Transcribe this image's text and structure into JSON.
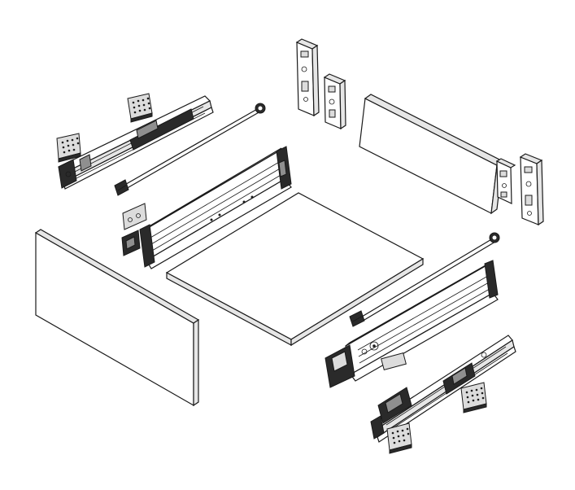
{
  "diagram": {
    "parts": [
      {
        "id": "front-panel",
        "kind": "panel"
      },
      {
        "id": "drawer-bottom",
        "kind": "panel"
      },
      {
        "id": "back-panel",
        "kind": "panel"
      },
      {
        "id": "left-drawer-side",
        "kind": "metal-side"
      },
      {
        "id": "right-drawer-side",
        "kind": "metal-side"
      },
      {
        "id": "left-runner",
        "kind": "runner"
      },
      {
        "id": "right-runner",
        "kind": "runner"
      },
      {
        "id": "left-stabilizer-rod",
        "kind": "rod"
      },
      {
        "id": "right-stabilizer-rod",
        "kind": "rod"
      },
      {
        "id": "back-brackets",
        "kind": "bracket",
        "count": 4
      },
      {
        "id": "mounting-plates",
        "kind": "plate",
        "count": 4
      }
    ]
  }
}
